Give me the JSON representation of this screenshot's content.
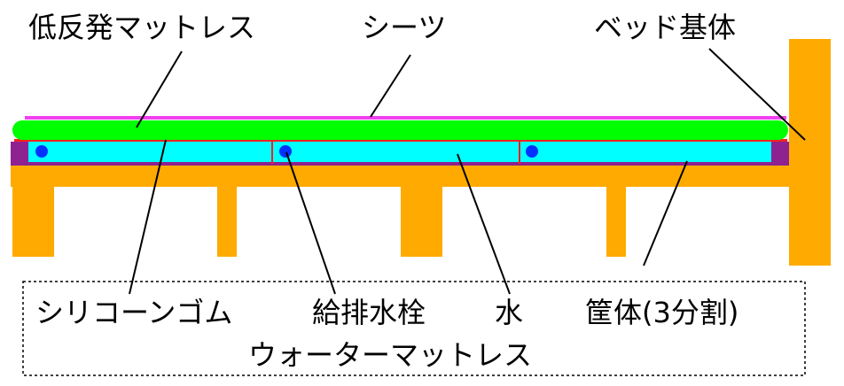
{
  "labels": {
    "memory_foam": "低反発マットレス",
    "sheet": "シーツ",
    "bed_base": "ベッド基体",
    "silicone": "シリコーンゴム",
    "valve": "給排水栓",
    "water": "水",
    "housing": "筐体(3分割)",
    "water_mattress": "ウォーターマットレス"
  },
  "colors": {
    "sheet": "#f040f0",
    "foam": "#00ff00",
    "silicone": "#ff2020",
    "housing": "#8e2290",
    "water": "#00ffff",
    "valve": "#0033ff",
    "base": "#ffaa00"
  }
}
